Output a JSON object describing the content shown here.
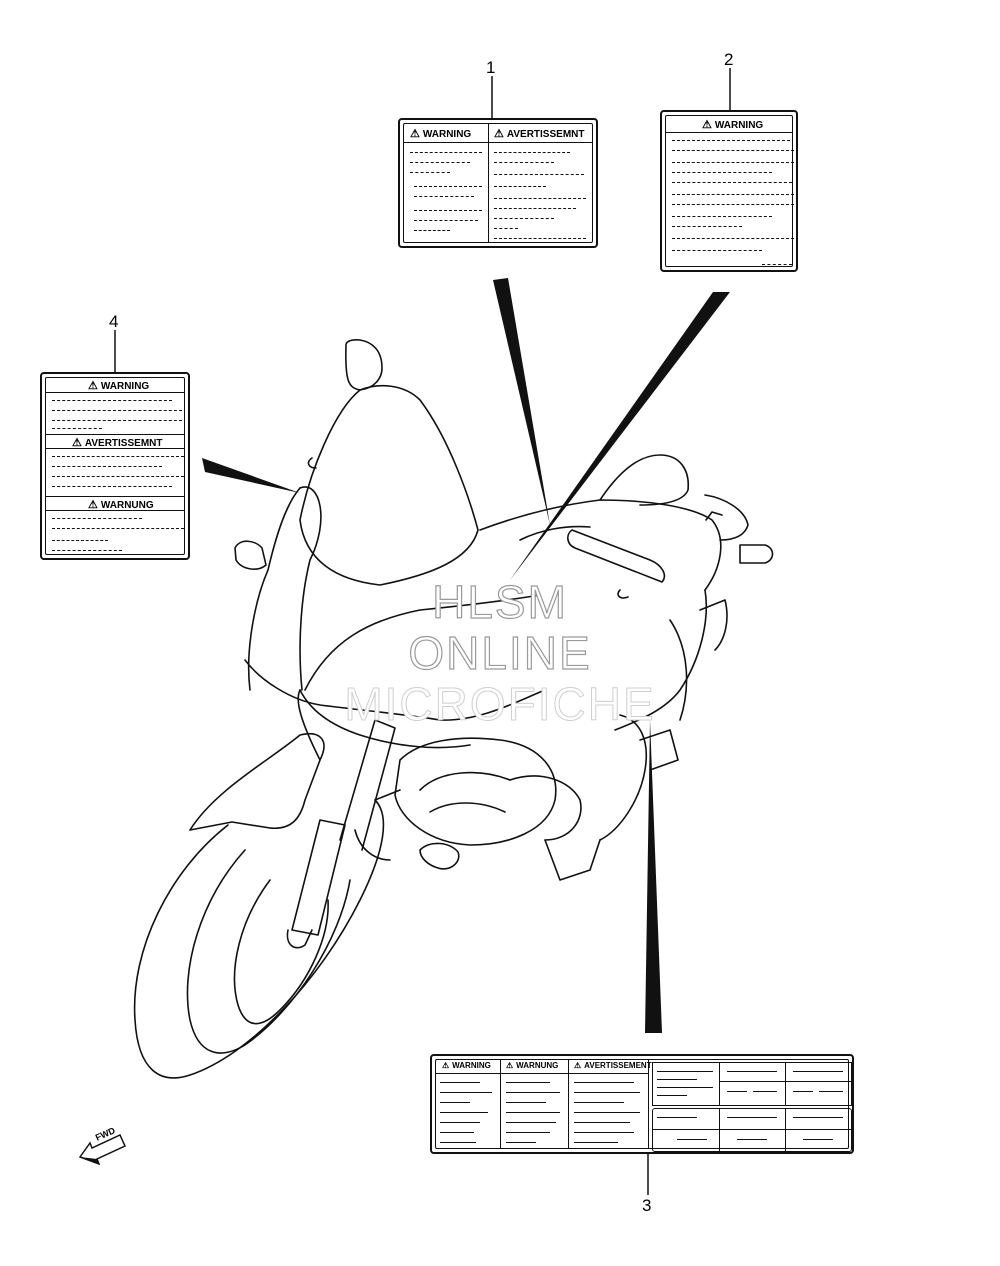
{
  "callouts": {
    "c1": "1",
    "c2": "2",
    "c3": "3",
    "c4": "4"
  },
  "labels": {
    "label1": {
      "left_header": "WARNING",
      "right_header": "AVERTISSEMNT"
    },
    "label2": {
      "header": "WARNING"
    },
    "label3": {
      "h1": "WARNING",
      "h2": "WARNUNG",
      "h3": "AVERTISSEMENT"
    },
    "label4": {
      "h1": "WARNING",
      "h2": "AVERTISSEMNT",
      "h3": "WARNUNG"
    }
  },
  "fwd": "FWD",
  "watermark": {
    "line1": "HLSM",
    "line2": "ONLINE",
    "line3": "MICROFICHE"
  },
  "icons": {
    "warning": "warning-triangle-icon",
    "direction": "fwd-arrow-icon"
  },
  "colors": {
    "ink": "#111111",
    "watermark_outline": "#9a9a9a"
  }
}
